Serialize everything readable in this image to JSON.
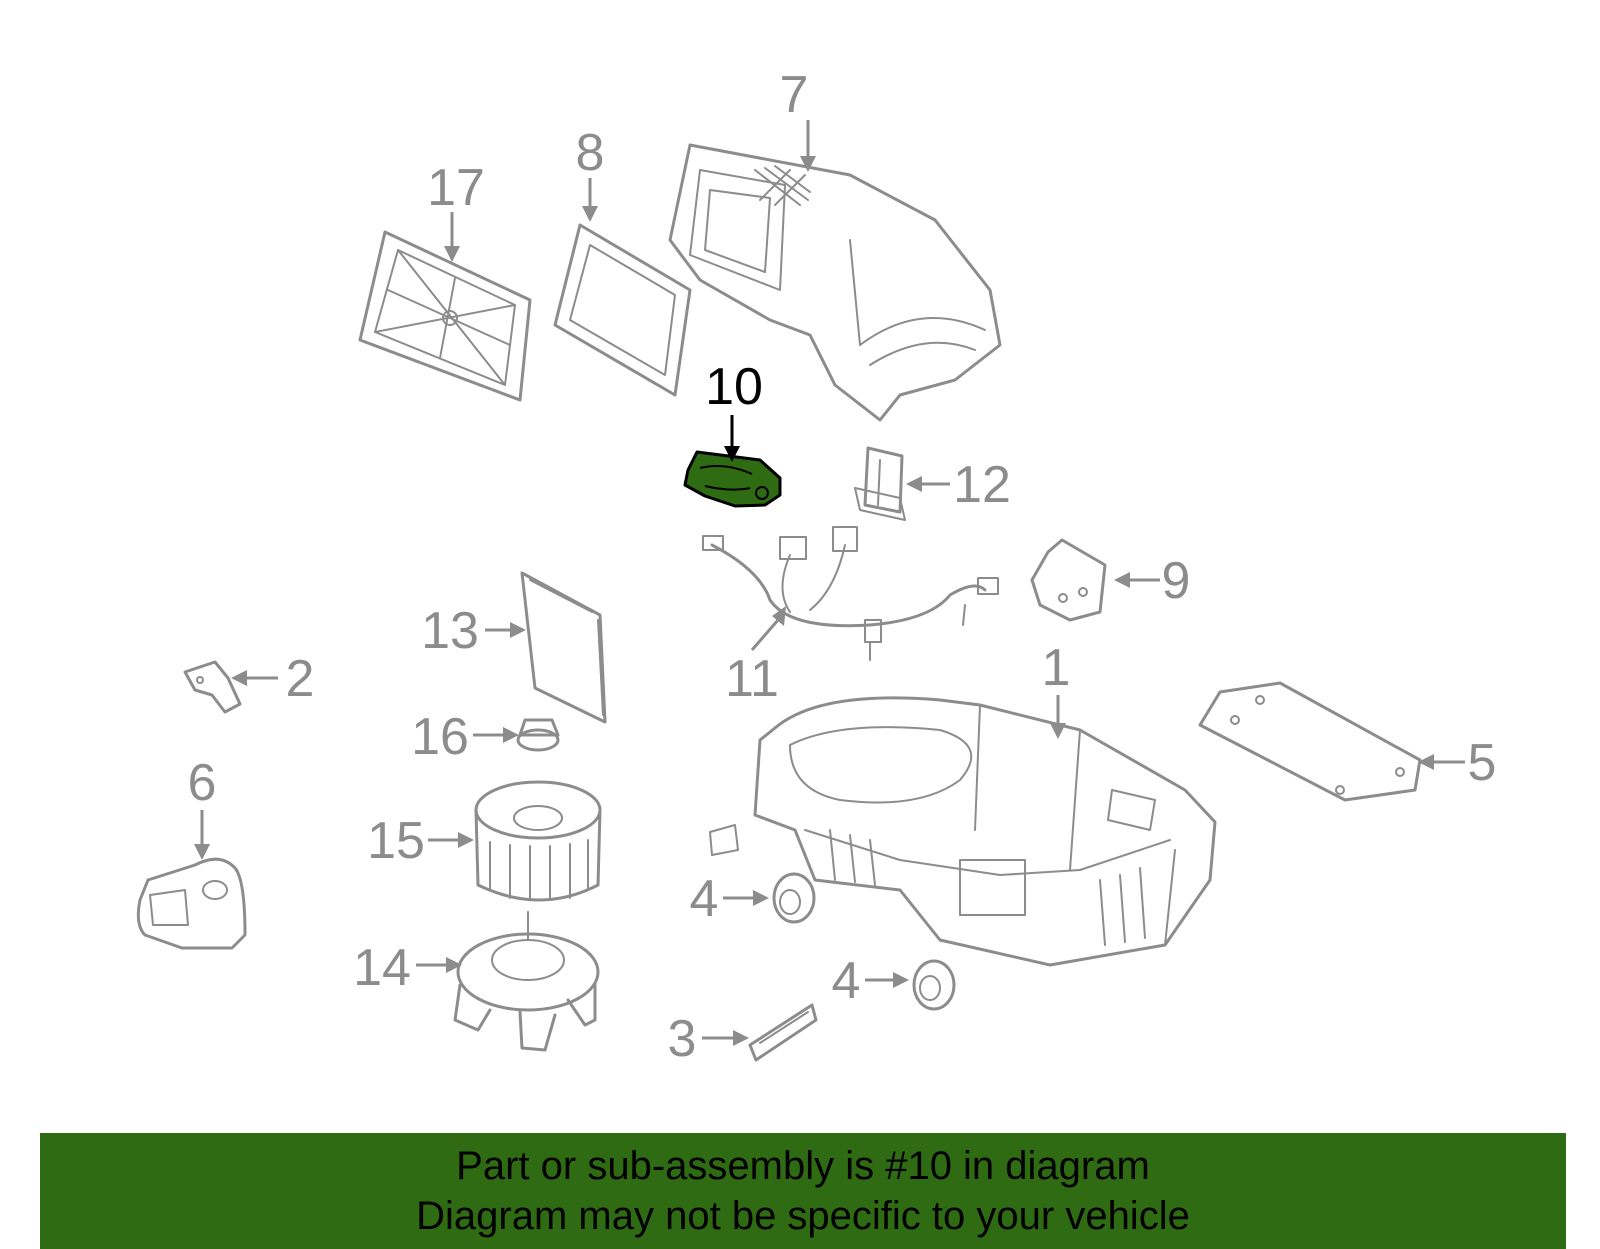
{
  "callouts": {
    "c1": "1",
    "c2": "2",
    "c3": "3",
    "c4a": "4",
    "c4b": "4",
    "c5": "5",
    "c6": "6",
    "c7": "7",
    "c8": "8",
    "c9": "9",
    "c10": "10",
    "c11": "11",
    "c12": "12",
    "c13": "13",
    "c14": "14",
    "c15": "15",
    "c16": "16",
    "c17": "17"
  },
  "highlighted_part": "10",
  "colors": {
    "highlight": "#2e6b12",
    "parts": "#8c8c8c",
    "banner": "#2e6b12"
  },
  "banner": {
    "line1": "Part or sub-assembly is #10 in diagram",
    "line2": "Diagram may not be specific to your vehicle"
  }
}
